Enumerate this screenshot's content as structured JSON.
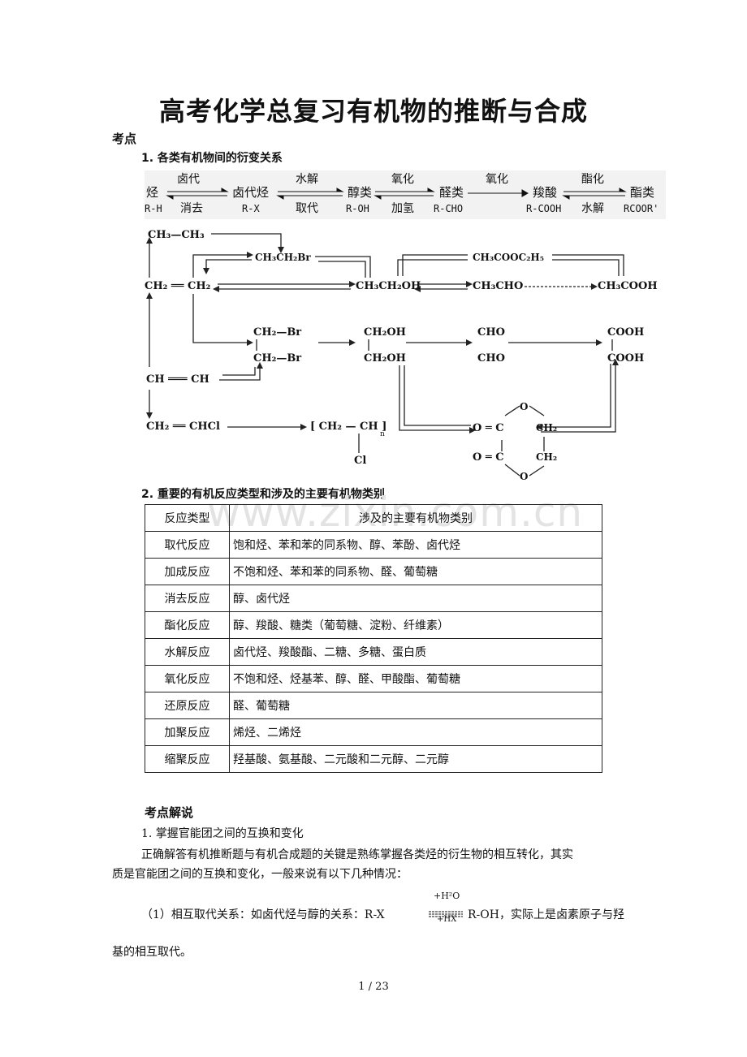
{
  "title": "高考化学总复习有机物的推断与合成",
  "section_label": "考点",
  "sub1": "1. 各类有机物间的衍变关系",
  "chain": {
    "nodes": [
      {
        "name": "烃",
        "formula": "R-H"
      },
      {
        "name": "卤代烃",
        "formula": "R-X"
      },
      {
        "name": "醇类",
        "formula": "R-OH"
      },
      {
        "name": "醛类",
        "formula": "R-CHO"
      },
      {
        "name": "羧酸",
        "formula": "R-COOH"
      },
      {
        "name": "酯类",
        "formula": "RCOOR'"
      }
    ],
    "links": [
      {
        "top": "卤代",
        "bottom": "消去"
      },
      {
        "top": "水解",
        "bottom": "取代"
      },
      {
        "top": "氧化",
        "bottom": "加氢"
      },
      {
        "top": "氧化",
        "bottom": ""
      },
      {
        "top": "酯化",
        "bottom": "水解"
      }
    ]
  },
  "diagram": {
    "ethane": "CH₃—CH₃",
    "bromoethane": "CH₃CH₂Br",
    "ethyl_acetate": "CH₃COOC₂H₅",
    "ethylene": "CH₂ ══ CH₂",
    "ethanol": "CH₃CH₂OH",
    "acetaldehyde": "CH₃CHO",
    "acetic_acid": "CH₃COOH",
    "dibromo_top": "CH₂—Br",
    "dibromo_bottom": "CH₂—Br",
    "glycol_top": "CH₂OH",
    "glycol_bottom": "CH₂OH",
    "glyoxal_top": "CHO",
    "glyoxal_bottom": "CHO",
    "oxalic_top": "COOH",
    "oxalic_bottom": "COOH",
    "acetylene": "CH ═══ CH",
    "vinyl_chloride": "CH₂ ══ CHCl",
    "pvc": "[ CH₂ — CH ]",
    "pvc_n": "n",
    "pvc_cl": "Cl",
    "ester_o_top": "O",
    "ester_o_bottom": "O",
    "ester_c1": "O ═ C",
    "ester_c2": "O ═ C",
    "ester_ch2_top": "CH₂",
    "ester_ch2_bottom": "CH₂"
  },
  "sub2": "2. 重要的有机反应类型和涉及的主要有机物类别",
  "watermark": "www.zixin.com.cn",
  "table": {
    "headers": [
      "反应类型",
      "涉及的主要有机物类别"
    ],
    "rows": [
      [
        "取代反应",
        "饱和烃、苯和苯的同系物、醇、苯酚、卤代烃"
      ],
      [
        "加成反应",
        "不饱和烃、苯和苯的同系物、醛、葡萄糖"
      ],
      [
        "消去反应",
        "醇、卤代烃"
      ],
      [
        "酯化反应",
        "醇、羧酸、糖类（葡萄糖、淀粉、纤维素）"
      ],
      [
        "水解反应",
        "卤代烃、羧酸酯、二糖、多糖、蛋白质"
      ],
      [
        "氧化反应",
        "不饱和烃、烃基苯、醇、醛、甲酸酯、葡萄糖"
      ],
      [
        "还原反应",
        "醛、葡萄糖"
      ],
      [
        "加聚反应",
        "烯烃、二烯烃"
      ],
      [
        "缩聚反应",
        "羟基酸、氨基酸、二元酸和二元醇、二元醇"
      ]
    ]
  },
  "section2": "考点解说",
  "item1": "1.  掌握官能团之间的互换和变化",
  "para1_line1": "正确解答有机推断题与有机合成题的关键是熟练掌握各类烃的衍生物的相互转化，其实",
  "para1_line2": "质是官能团之间的互换和变化，一般来说有以下几种情况：",
  "para2_prefix": "（1）相互取代关系：如卤代烃与醇的关系：R-X",
  "para2_above": "+H²O",
  "para2_below": "+HX",
  "para2_suffix": "R-OH，实际上是卤素原子与羟",
  "para2_line2": "基的相互取代。",
  "footer": "1  / 23"
}
